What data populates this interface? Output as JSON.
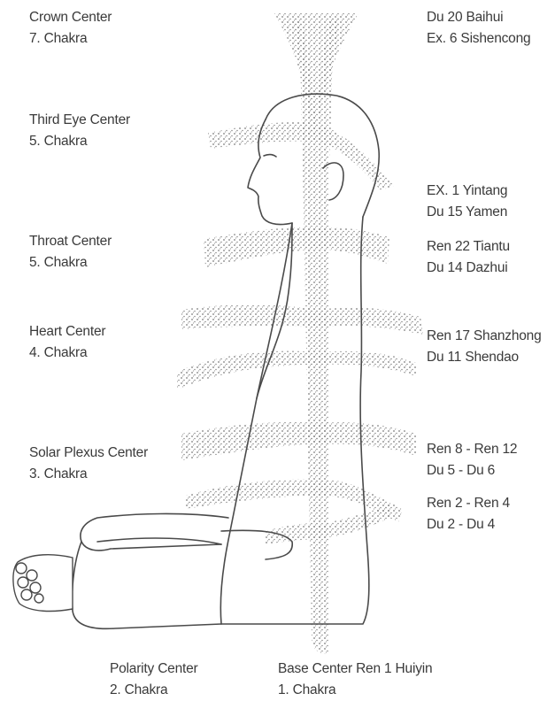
{
  "left_labels": [
    {
      "line1": "Crown Center",
      "line2": "7. Chakra"
    },
    {
      "line1": "Third Eye Center",
      "line2": "5. Chakra"
    },
    {
      "line1": "Throat Center",
      "line2": "5. Chakra"
    },
    {
      "line1": "Heart Center",
      "line2": "4. Chakra"
    },
    {
      "line1": "Solar Plexus Center",
      "line2": "3. Chakra"
    }
  ],
  "right_labels": [
    {
      "line1": "Du 20 Baihui",
      "line2": "Ex. 6 Sishencong"
    },
    {
      "line1": "EX. 1 Yintang",
      "line2": "Du 15 Yamen"
    },
    {
      "line1": "Ren 22 Tiantu",
      "line2": "Du 14 Dazhui"
    },
    {
      "line1": "Ren 17 Shanzhong",
      "line2": "Du 11 Shendao"
    },
    {
      "line1": "Ren 8 - Ren 12",
      "line2": "Du 5 - Du 6"
    },
    {
      "line1": "Ren 2 - Ren 4",
      "line2": "Du 2 - Du 4"
    }
  ],
  "bottom_labels": [
    {
      "line1": "Polarity Center",
      "line2": "2. Chakra"
    },
    {
      "line1": "Base Center Ren 1 Huiyin",
      "line2": "1. Chakra"
    }
  ],
  "colors": {
    "line": "#4a4a4a",
    "stipple": "#7a7a7a",
    "text": "#3a3a3a"
  }
}
